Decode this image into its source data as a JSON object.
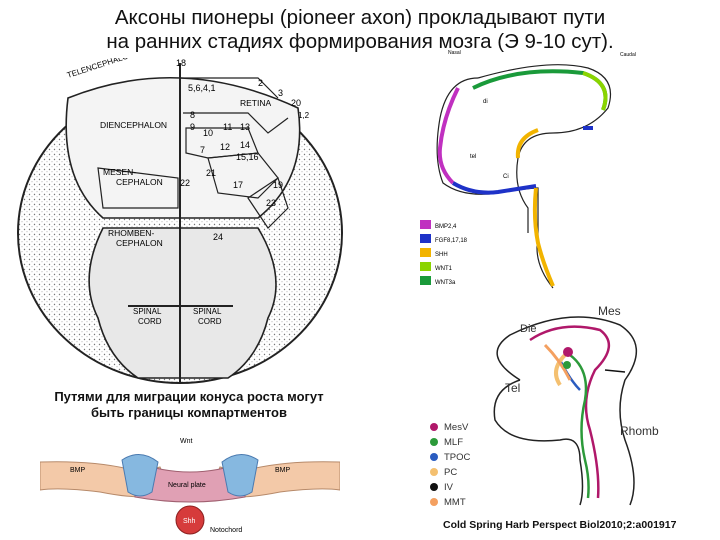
{
  "title_lines": [
    "Аксоны пионеры (pioneer axon) прокладывают пути",
    "на ранних стадиях формирования мозга (Э 9-10 сут)."
  ],
  "brain_map": {
    "region_labels": [
      "TELENCEPHALON",
      "DIENCEPHALON",
      "MESEN-",
      "CEPHALON",
      "RHOMBEN-",
      "CEPHALON",
      "SPINAL",
      "CORD",
      "SPINAL",
      "CORD",
      "RETINA"
    ],
    "numbers": [
      "18",
      "5,6,4,1",
      "2",
      "3",
      "20",
      "1,2",
      "8",
      "9",
      "10",
      "11",
      "13",
      "14",
      "12",
      "7",
      "15,16",
      "21",
      "22",
      "17",
      "19",
      "23",
      "24"
    ]
  },
  "top_right_diagram": {
    "labels": [
      "Nasal",
      "Caudal",
      "di",
      "tel",
      "Ci"
    ],
    "legend": [
      {
        "color": "#c030c0",
        "label": "BMP2,4"
      },
      {
        "color": "#1e32c8",
        "label": "FGF8,17,18"
      },
      {
        "color": "#f2b400",
        "label": "SHH"
      },
      {
        "color": "#8ad400",
        "label": "WNT1"
      },
      {
        "color": "#1a9a3a",
        "label": "WNT3a"
      }
    ]
  },
  "mid_right_diagram": {
    "labels": [
      "Mes",
      "Die",
      "Tel",
      "Rhomb"
    ],
    "legend": [
      {
        "color": "#b0186a",
        "label": "MesV"
      },
      {
        "color": "#2c9a3a",
        "label": "MLF"
      },
      {
        "color": "#2a5cc0",
        "label": "TPOC"
      },
      {
        "color": "#f4c070",
        "label": "PC"
      },
      {
        "color": "#111111",
        "label": "IV"
      },
      {
        "color": "#f4a060",
        "label": "MMT"
      }
    ]
  },
  "caption_lines": [
    "Путями для миграции конуса роста могут",
    "быть границы компартментов"
  ],
  "neural_plate_diagram": {
    "labels": {
      "wnt": "Wnt",
      "bmp_left": "BMP",
      "bmp_right": "BMP",
      "plate": "Neural plate",
      "shh": "Shh",
      "notochord": "Notochord"
    }
  },
  "citation": "Cold Spring Harb Perspect Biol2010;2:a001917"
}
